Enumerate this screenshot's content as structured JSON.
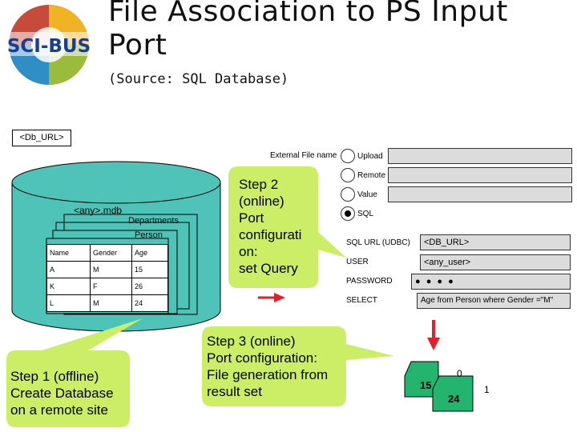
{
  "header": {
    "title_line1": "File Association to PS Input",
    "title_line2": "Port",
    "subtitle": "(Source: SQL Database)",
    "logo_text": "SCI-BUS"
  },
  "db_url_label": "<Db_URL>",
  "database": {
    "file_label": "<any>.mdb",
    "departments_label": "Departments",
    "person_label": "Person",
    "columns": [
      "Name",
      "Gender",
      "Age"
    ],
    "rows": [
      [
        "A",
        "M",
        "15"
      ],
      [
        "K",
        "F",
        "26"
      ],
      [
        "L",
        "M",
        "24"
      ]
    ]
  },
  "callouts": {
    "step1": [
      "Step 1 (offline)",
      "Create Database",
      "on a remote site"
    ],
    "step2": [
      "Step 2",
      "(online)",
      "Port",
      "configurati",
      "on:",
      "set Query"
    ],
    "step3": [
      "Step 3 (online)",
      "Port configuration:",
      "File generation from",
      "result set"
    ]
  },
  "port_config": {
    "external_file_name_label": "External File name",
    "radio_options": [
      "Upload",
      "Remote",
      "Value",
      "SQL"
    ],
    "selected_option": "SQL",
    "fields": [
      {
        "label": "SQL URL (UDBC)",
        "value": "<DB_URL>"
      },
      {
        "label": "USER",
        "value": "<any_user>"
      },
      {
        "label": "PASSWORD",
        "value": "● ● ● ●"
      },
      {
        "label": "SELECT",
        "value": "Age from Person where Gender =\"M\""
      }
    ]
  },
  "result_files": [
    "15",
    "0",
    "24",
    "1"
  ],
  "colors": {
    "db_fill": "#4fc3b8",
    "callout_fill": "#ccee66",
    "arrow": "#e0202a",
    "file_fill": "#23b46e"
  }
}
